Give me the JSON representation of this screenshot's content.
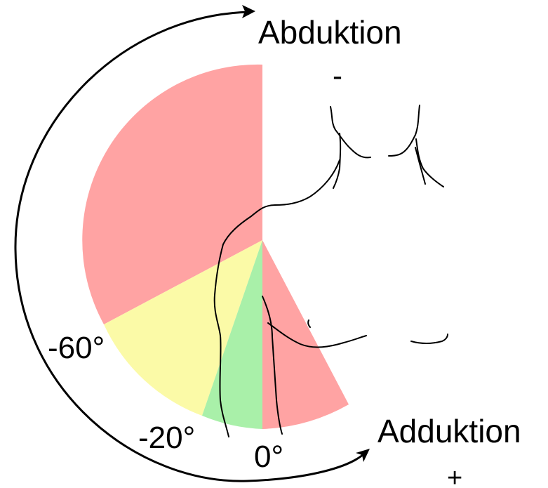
{
  "labels": {
    "abduction": "Abduktion",
    "abduction_sign": "-",
    "adduction": "Adduktion",
    "adduction_sign": "+",
    "angle_minus_60": "-60°",
    "angle_minus_20": "-20°",
    "angle_zero": "0°"
  },
  "sector_colors": {
    "red_zone": "#ffa3a3",
    "yellow_zone": "#fbfaa7",
    "green_zone": "#a9f0a9",
    "outline": "#000000"
  }
}
